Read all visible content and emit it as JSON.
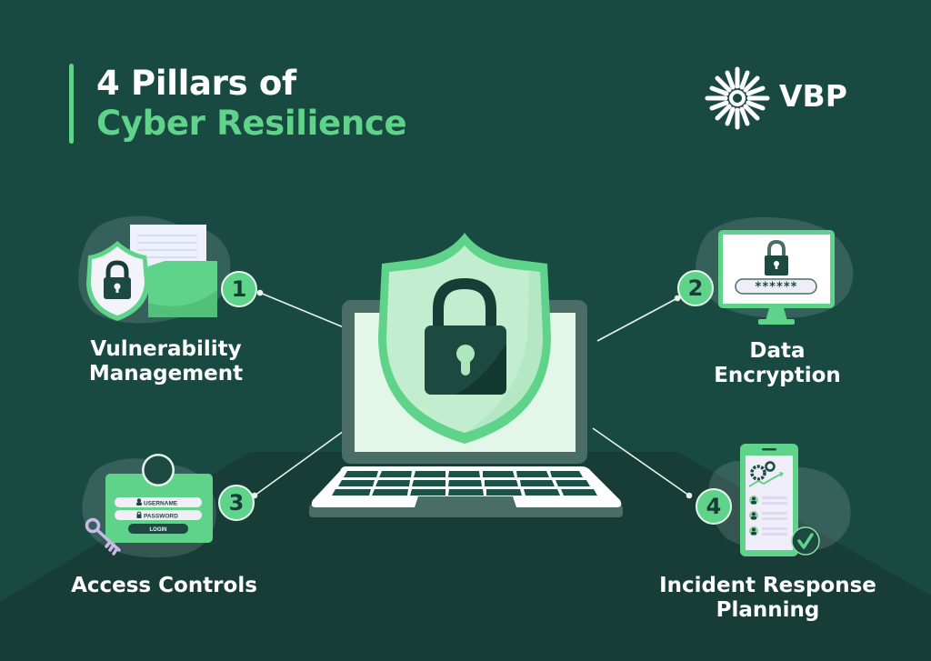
{
  "title": {
    "line1": "4 Pillars of",
    "line2": "Cyber Resilience"
  },
  "logo": {
    "text": "VBP",
    "icon": "starburst-icon"
  },
  "colors": {
    "background": "#194a42",
    "table": "#173d36",
    "accent_green": "#5fd38a",
    "light_green": "#c2eecf",
    "text": "#ffffff",
    "dark": "#173d36",
    "key_purple": "#c9b8ea"
  },
  "pillars": [
    {
      "number": "1",
      "label_line1": "Vulnerability",
      "label_line2": "Management",
      "icon": "shield-folder-icon"
    },
    {
      "number": "2",
      "label_line1": "Data",
      "label_line2": "Encryption",
      "icon": "monitor-password-icon"
    },
    {
      "number": "3",
      "label_line1": "Access Controls",
      "label_line2": "",
      "icon": "login-card-icon"
    },
    {
      "number": "4",
      "label_line1": "Incident Response",
      "label_line2": "Planning",
      "icon": "phone-checklist-icon"
    }
  ],
  "login_card": {
    "username": "USERNAME",
    "password": "PASSWORD",
    "login": "LOGIN"
  },
  "password_field": {
    "value": "******"
  },
  "center": {
    "icon": "laptop-shield-lock-icon"
  }
}
